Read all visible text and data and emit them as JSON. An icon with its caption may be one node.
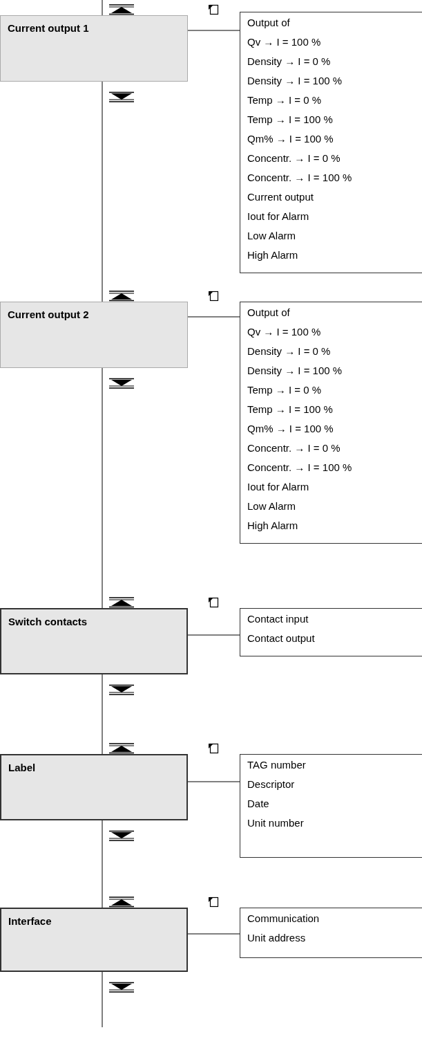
{
  "diagram": {
    "nodes": [
      {
        "text": [
          "Current output 1"
        ]
      },
      {
        "text": [
          "Output of",
          "Qv → I = 100 %",
          "Density → I = 0 %",
          "Density → I = 100 %",
          "Temp → I = 0 %",
          "Temp → I = 100 %",
          "Qm% → I = 100 %",
          "Concentr. → I = 0 %",
          "Concentr. → I = 100 %",
          "Current output",
          "Iout for Alarm",
          "Low Alarm",
          "High Alarm"
        ]
      },
      {
        "text": [
          "Current output 2"
        ]
      },
      {
        "text": [
          "Output of",
          "Qv → I = 100 %",
          "Density → I = 0 %",
          "Density → I = 100 %",
          "Temp → I = 0 %",
          "Temp → I = 100 %",
          "Qm% → I = 100 %",
          "Concentr. → I = 0 %",
          "Concentr. → I = 100 %",
          "Iout for Alarm",
          "Low Alarm",
          "High Alarm"
        ]
      },
      {
        "text": [
          "Switch contacts"
        ]
      },
      {
        "text": [
          "Contact input",
          "Contact output"
        ]
      },
      {
        "text": [
          "Label"
        ]
      },
      {
        "text": [
          "TAG number",
          "Descriptor",
          "Date",
          "Unit number"
        ]
      },
      {
        "text": [
          "Interface"
        ]
      },
      {
        "text": [
          "Communication",
          "Unit address"
        ]
      }
    ],
    "edges": [
      {
        "from": null,
        "to": 0,
        "arrow": "none"
      },
      {
        "from": 0,
        "to": 1,
        "arrow": "none"
      },
      {
        "from": 0,
        "to": 2,
        "arrow": "none"
      },
      {
        "from": 2,
        "to": 3,
        "arrow": "none"
      },
      {
        "from": 2,
        "to": 4,
        "arrow": "none"
      },
      {
        "from": 4,
        "to": 5,
        "arrow": "none"
      },
      {
        "from": 4,
        "to": 6,
        "arrow": "none"
      },
      {
        "from": 6,
        "to": 7,
        "arrow": "none"
      },
      {
        "from": 6,
        "to": 8,
        "arrow": "none"
      },
      {
        "from": 8,
        "to": 9,
        "arrow": "none"
      },
      {
        "from": 8,
        "to": null,
        "arrow": "none"
      }
    ]
  }
}
